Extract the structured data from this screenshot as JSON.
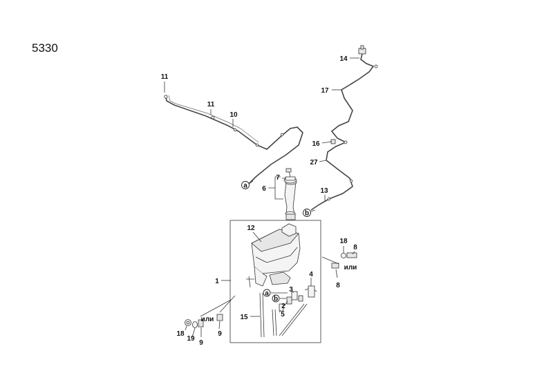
{
  "diagram_number": "5330",
  "labels": {
    "l1": "1",
    "l2": "2",
    "l3": "3",
    "l4": "4",
    "l5": "5",
    "l6": "6",
    "l7": "7",
    "l8a": "8",
    "l8b": "8",
    "l9a": "9",
    "l9b": "9",
    "l10": "10",
    "l11a": "11",
    "l11b": "11",
    "l12": "12",
    "l13": "13",
    "l14": "14",
    "l15": "15",
    "l16": "16",
    "l17": "17",
    "l18a": "18",
    "l18b": "18",
    "l19": "19",
    "l27": "27"
  },
  "callouts": {
    "a1": "a",
    "a2": "a",
    "b1": "b",
    "b2": "b"
  },
  "or_text": {
    "right": "или",
    "left": "или"
  }
}
